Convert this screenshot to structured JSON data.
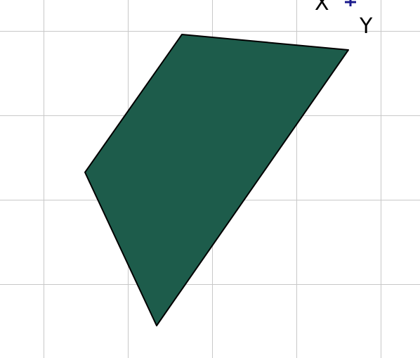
{
  "diagram": {
    "axis_labels": {
      "x": "X",
      "y": "Y"
    },
    "colors": {
      "background": "#ffffff",
      "grid": "#c8c8c8",
      "shape_fill": "#1d5c4b",
      "shape_stroke": "#000000",
      "axis_marker": "#1a1a8c"
    },
    "grid": true,
    "shape": "quadrilateral",
    "vertex_count": 4
  }
}
